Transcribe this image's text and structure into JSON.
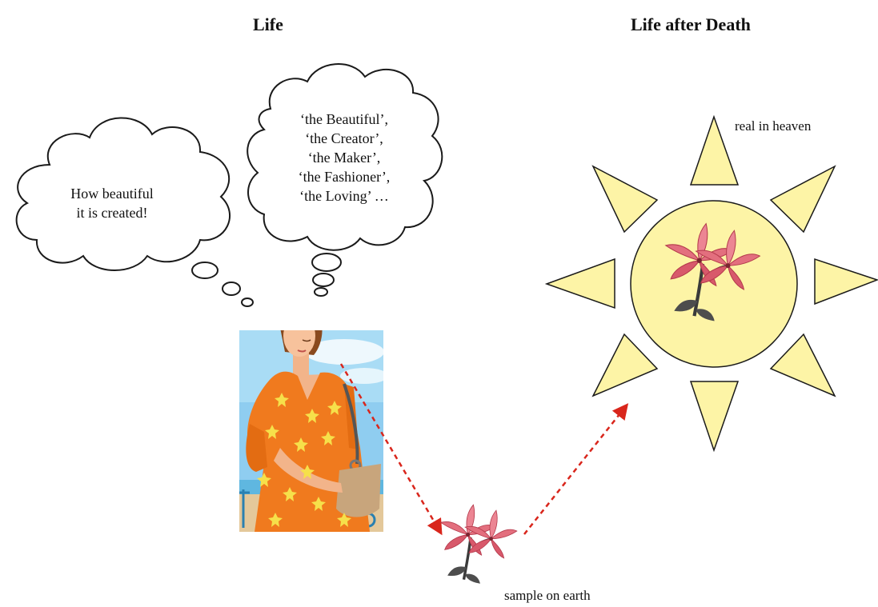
{
  "headings": {
    "left": "Life",
    "right": "Life after Death"
  },
  "thoughts": {
    "cloud1_lines": [
      "How beautiful",
      "it is created!"
    ],
    "cloud2_lines": [
      "‘the Beautiful’,",
      "‘the Creator’,",
      "‘the Maker’,",
      "‘the Fashioner’,",
      "‘the Loving’ …"
    ]
  },
  "labels": {
    "heaven": "real in heaven",
    "earth": "sample on earth"
  },
  "colors": {
    "sun_fill": "#fdf4a6",
    "arrow": "#d9261c",
    "dress": "#f07a1e",
    "sky": "#8fcdf0",
    "petal": "#e36f7e"
  },
  "icons": [
    "thought-cloud-icon",
    "woman-illustration",
    "flower-icon",
    "sun-icon"
  ]
}
